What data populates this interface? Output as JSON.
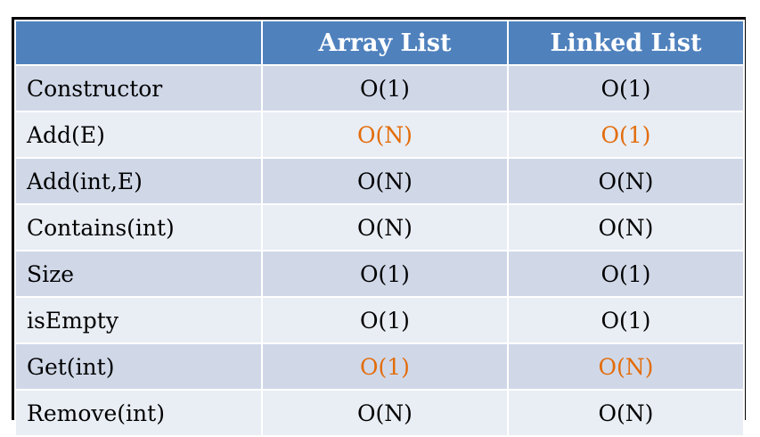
{
  "table": {
    "columns": [
      "",
      "Array List",
      "Linked List"
    ],
    "rows": [
      {
        "operation": "Constructor",
        "array_list": "O(1)",
        "linked_list": "O(1)",
        "highlight": false
      },
      {
        "operation": "Add(E)",
        "array_list": "O(N)",
        "linked_list": "O(1)",
        "highlight": true
      },
      {
        "operation": "Add(int,E)",
        "array_list": "O(N)",
        "linked_list": "O(N)",
        "highlight": false
      },
      {
        "operation": "Contains(int)",
        "array_list": "O(N)",
        "linked_list": "O(N)",
        "highlight": false
      },
      {
        "operation": "Size",
        "array_list": "O(1)",
        "linked_list": "O(1)",
        "highlight": false
      },
      {
        "operation": "isEmpty",
        "array_list": "O(1)",
        "linked_list": "O(1)",
        "highlight": false
      },
      {
        "operation": "Get(int)",
        "array_list": "O(1)",
        "linked_list": "O(N)",
        "highlight": true
      },
      {
        "operation": "Remove(int)",
        "array_list": "O(N)",
        "linked_list": "O(N)",
        "highlight": false
      }
    ]
  },
  "colors": {
    "header_background": "#4f81bd",
    "header_text": "#ffffff",
    "row_band_dark": "#d0d8e8",
    "row_band_light": "#e9edf4",
    "highlight_text": "#e36c09",
    "border": "#000000"
  }
}
